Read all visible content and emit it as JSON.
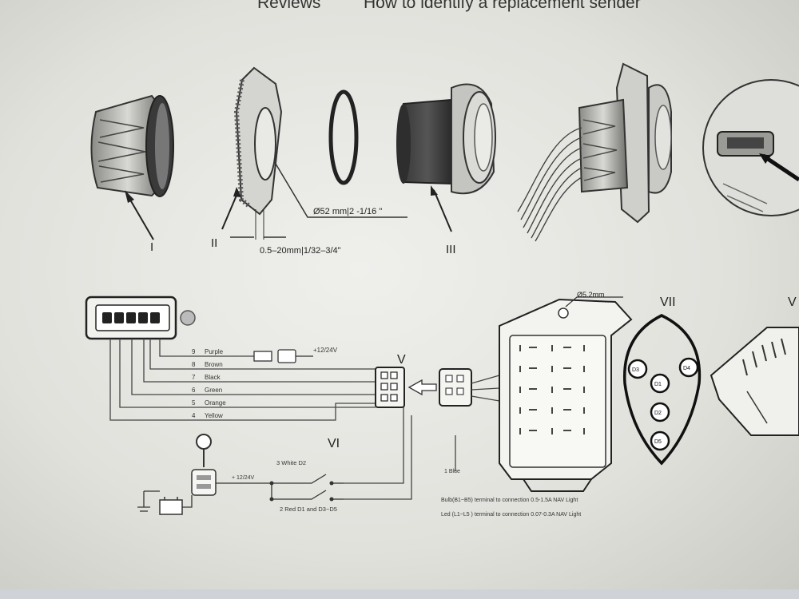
{
  "tabs": [
    {
      "label": "Reviews"
    },
    {
      "label": "How to identify a replacement sender"
    }
  ],
  "parts": {
    "roman": [
      "I",
      "II",
      "III",
      "V",
      "VI",
      "VII",
      "V"
    ],
    "dim_hole": "Ø52 mm|2 -1/16 \"",
    "dim_panel": "0.5–20mm|1/32–3/4\"",
    "dim_mount": "Ø5.2mm"
  },
  "wires": [
    {
      "pin": "9",
      "color": "Purple"
    },
    {
      "pin": "8",
      "color": "Brown"
    },
    {
      "pin": "7",
      "color": "Black"
    },
    {
      "pin": "6",
      "color": "Green"
    },
    {
      "pin": "5",
      "color": "Orange"
    },
    {
      "pin": "4",
      "color": "Yellow"
    }
  ],
  "supply": "+12/24V",
  "supply2": "+ 12/24V",
  "switch_labels": {
    "white": "3  White   D2",
    "red": "2  Red   D1 and D3~D5",
    "blue": "1  Blue"
  },
  "led_labels": [
    "D3",
    "D4",
    "D1",
    "D2",
    "D5"
  ],
  "notes": [
    "Bulb(B1~B5) terminal to connection 0.5-1.5A NAV Light",
    "Led (L1~L5 ) terminal to connection 0.07-0.3A NAV Light"
  ],
  "colors": {
    "line": "#333333",
    "paper": "#ecece8"
  }
}
